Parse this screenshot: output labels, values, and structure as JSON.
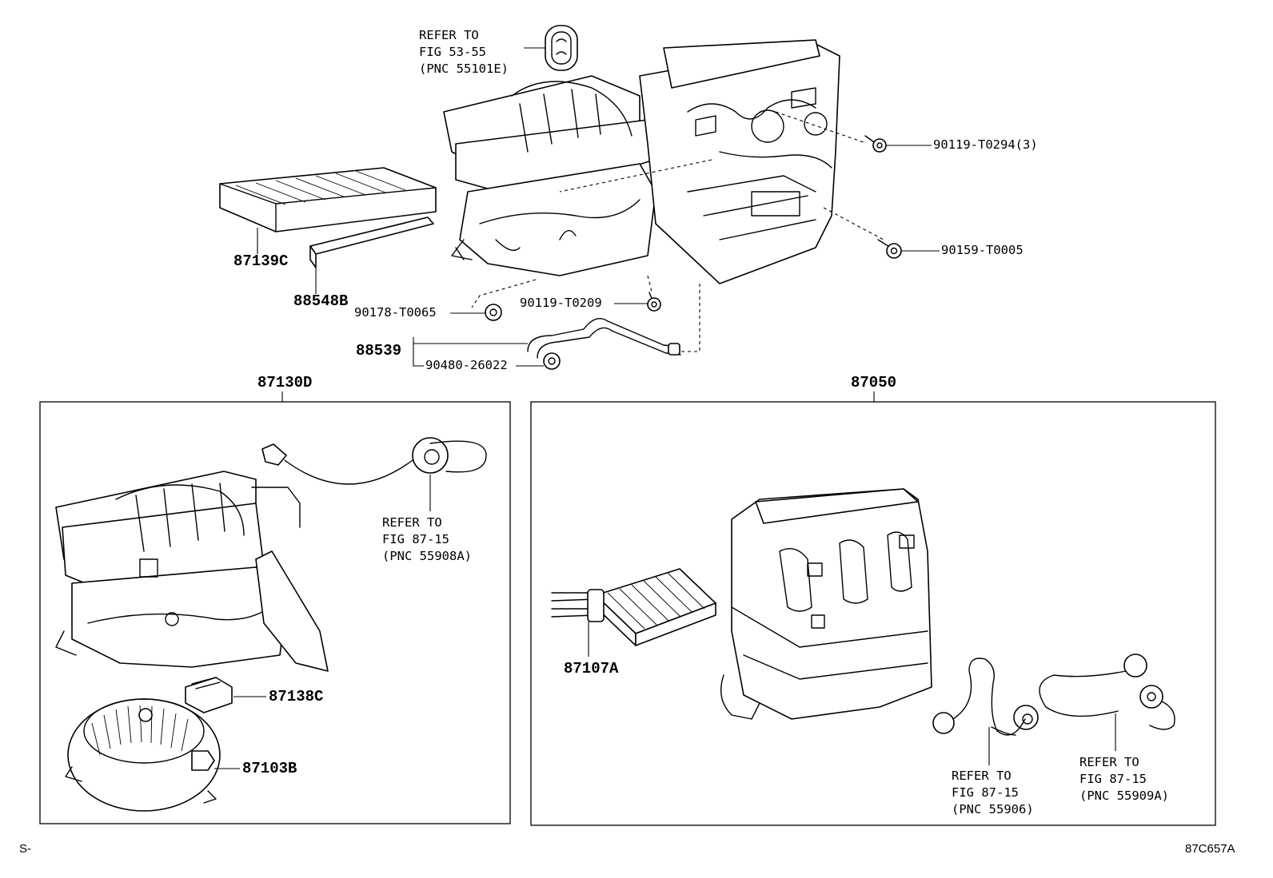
{
  "labels": {
    "refer_top": [
      "REFER TO",
      "FIG 53-55",
      "(PNC 55101E)"
    ],
    "p90119_t0294": "90119-T0294(3)",
    "p90159_t0005": "90159-T0005",
    "p87139c": "87139C",
    "p88548b": "88548B",
    "p90178_t0065": "90178-T0065",
    "p90119_t0209": "90119-T0209",
    "p88539": "88539",
    "p90480_26022": "90480-26022",
    "p87130d": "87130D",
    "p87050": "87050",
    "refer_55908a": [
      "REFER TO",
      "FIG 87-15",
      "(PNC 55908A)"
    ],
    "p87138c": "87138C",
    "p87103b": "87103B",
    "p87107a": "87107A",
    "refer_55906": [
      "REFER TO",
      "FIG 87-15",
      "(PNC 55906)"
    ],
    "refer_55909a": [
      "REFER TO",
      "FIG 87-15",
      "(PNC 55909A)"
    ],
    "corner_left": "S-",
    "figure_id": "87C657A"
  }
}
